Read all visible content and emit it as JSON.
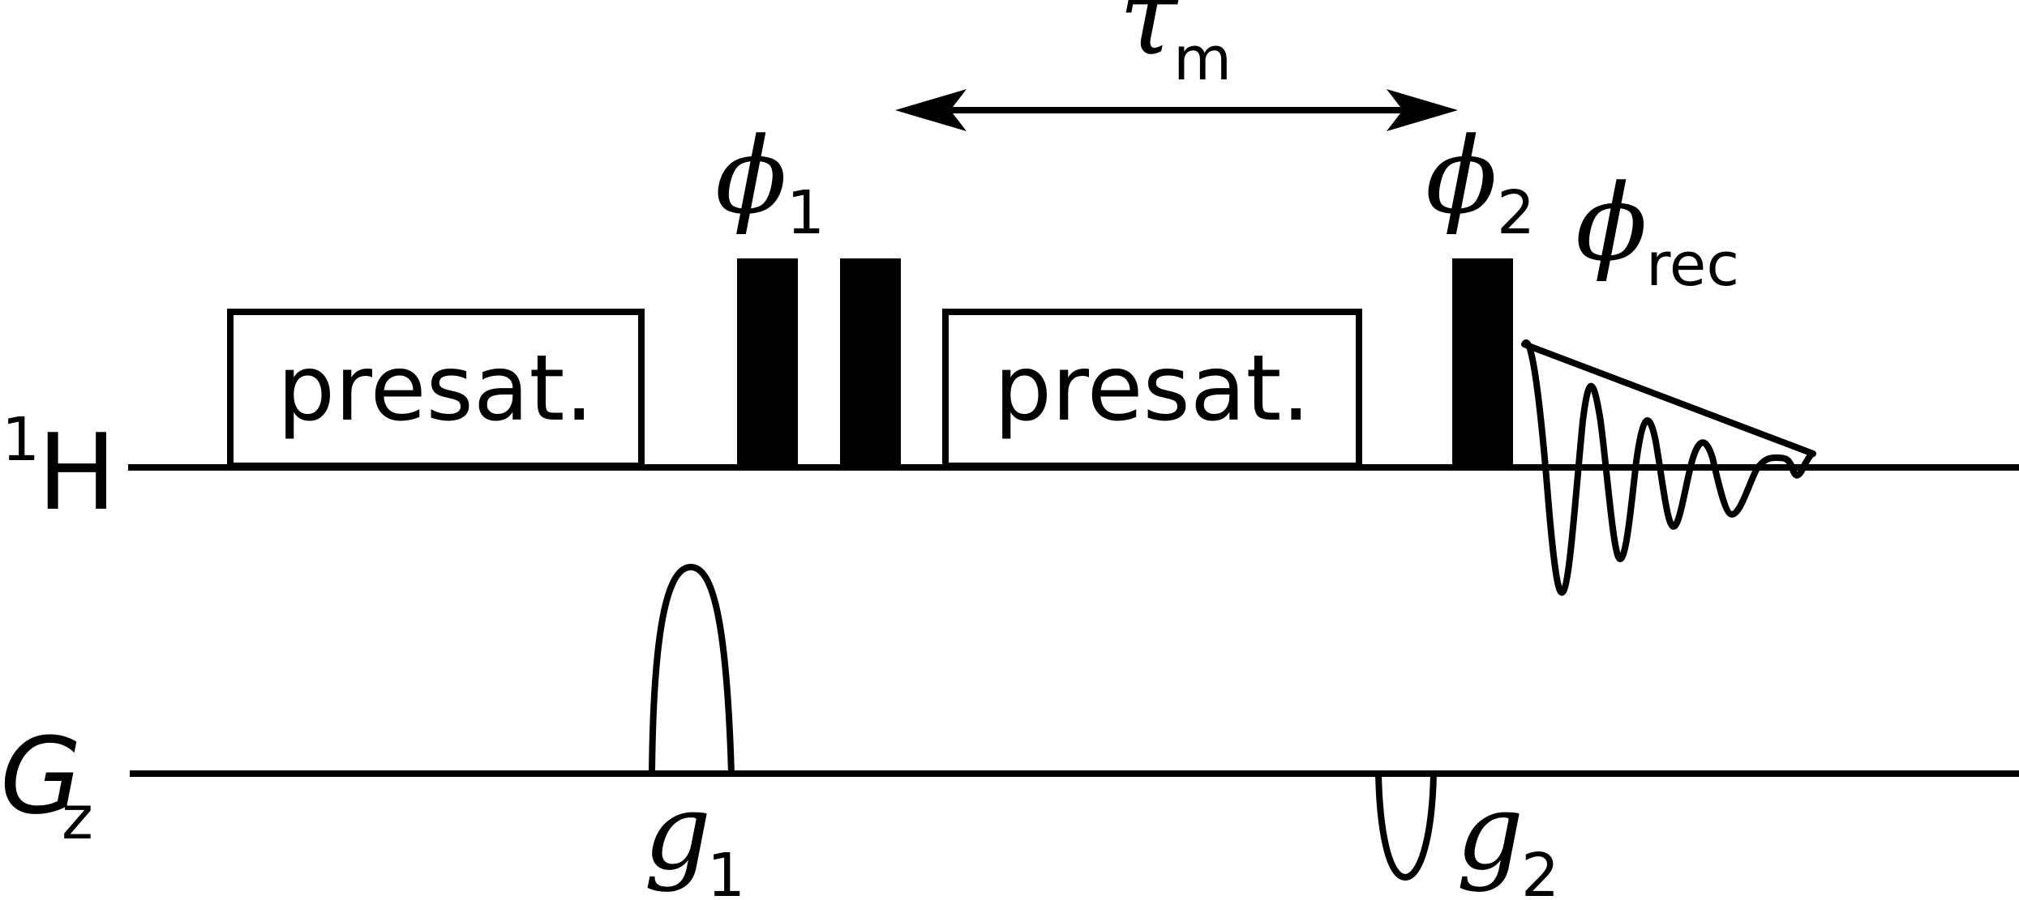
{
  "channels": {
    "proton": {
      "sup": "1",
      "main": "H"
    },
    "gradient": {
      "main": "G",
      "sub": "z"
    }
  },
  "boxes": [
    {
      "label": "presat."
    },
    {
      "label": "presat."
    }
  ],
  "phases": {
    "phi1": {
      "symbol": "ϕ",
      "sub": "1"
    },
    "phi2": {
      "symbol": "ϕ",
      "sub": "2"
    },
    "phirec": {
      "symbol": "ϕ",
      "sub": "rec"
    }
  },
  "mixing": {
    "symbol": "τ",
    "sub": "m"
  },
  "gradients": {
    "g1": {
      "symbol": "g",
      "sub": "1"
    },
    "g2": {
      "symbol": "g",
      "sub": "2"
    }
  },
  "colors": {
    "ink": "#000000",
    "background": "#ffffff"
  }
}
